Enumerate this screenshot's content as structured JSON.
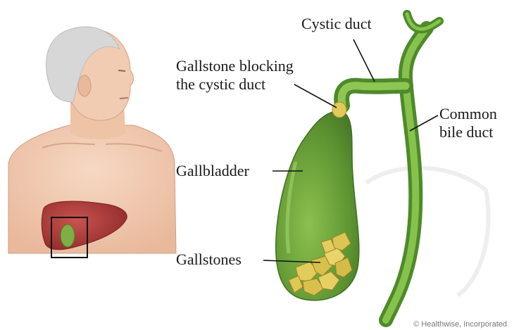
{
  "labels": {
    "cystic_duct": "Cystic duct",
    "gallstone_blocking_line1": "Gallstone blocking",
    "gallstone_blocking_line2": "the cystic duct",
    "common_bile_duct_line1": "Common",
    "common_bile_duct_line2": "bile duct",
    "gallbladder": "Gallbladder",
    "gallstones": "Gallstones"
  },
  "credit": "© Healthwise, Incorporated",
  "colors": {
    "skin": "#f2cdb4",
    "hair": "#d9d9d9",
    "liver": "#b13a3a",
    "gallbladder": "#6fa23c",
    "stones": "#e2cc5b",
    "leader_lines": "#111111"
  }
}
